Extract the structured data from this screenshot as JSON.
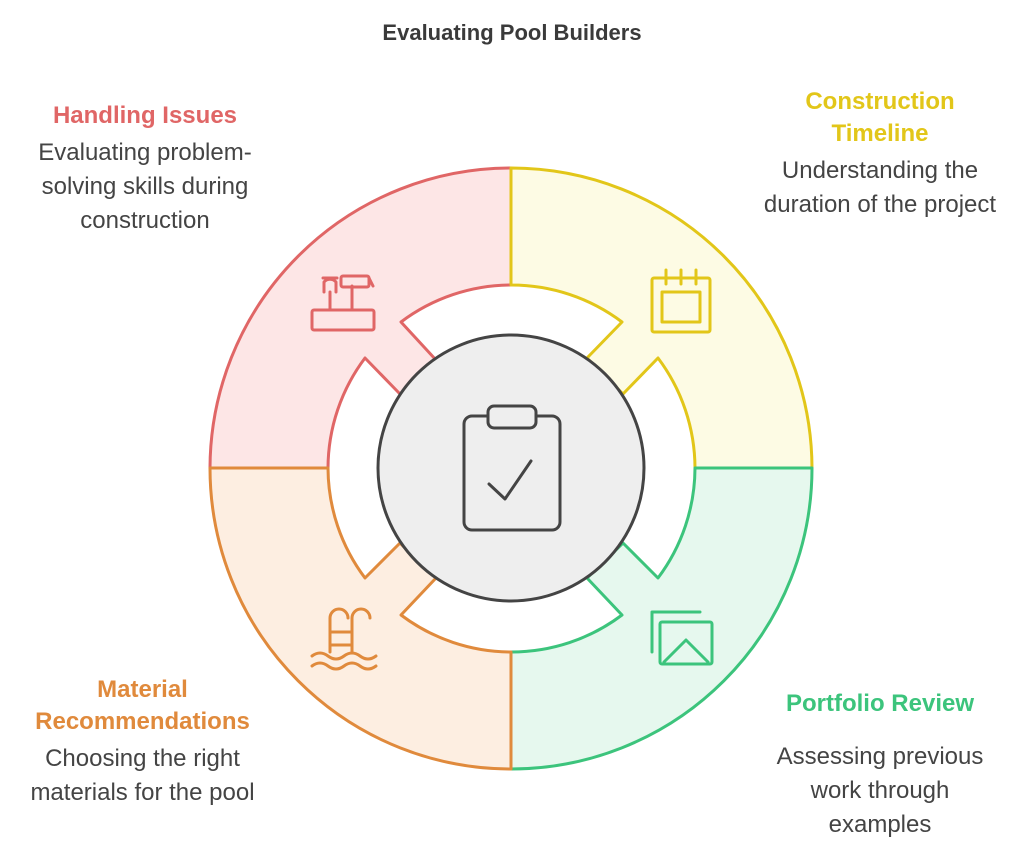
{
  "title": "Evaluating Pool Builders",
  "segments": [
    {
      "id": "handling",
      "heading": "Handling Issues",
      "description": "Evaluating problem-solving skills during construction",
      "icon": "toolbox-icon",
      "color": "#e06666",
      "fill": "#fde6e6"
    },
    {
      "id": "timeline",
      "heading": "Construction Timeline",
      "description": "Understanding the duration of the project",
      "icon": "calendar-icon",
      "color": "#e2c619",
      "fill": "#fdfbe4"
    },
    {
      "id": "portfolio",
      "heading": "Portfolio Review",
      "description": "Assessing previous work through examples",
      "icon": "image-gallery-icon",
      "color": "#3cc47c",
      "fill": "#e6f8ee"
    },
    {
      "id": "material",
      "heading": "Material Recommendations",
      "description": "Choosing the right materials for the pool",
      "icon": "pool-ladder-icon",
      "color": "#e08a3c",
      "fill": "#fdeee1"
    }
  ],
  "center": {
    "icon": "clipboard-check-icon",
    "fill": "#eeeeee",
    "stroke": "#444444"
  }
}
